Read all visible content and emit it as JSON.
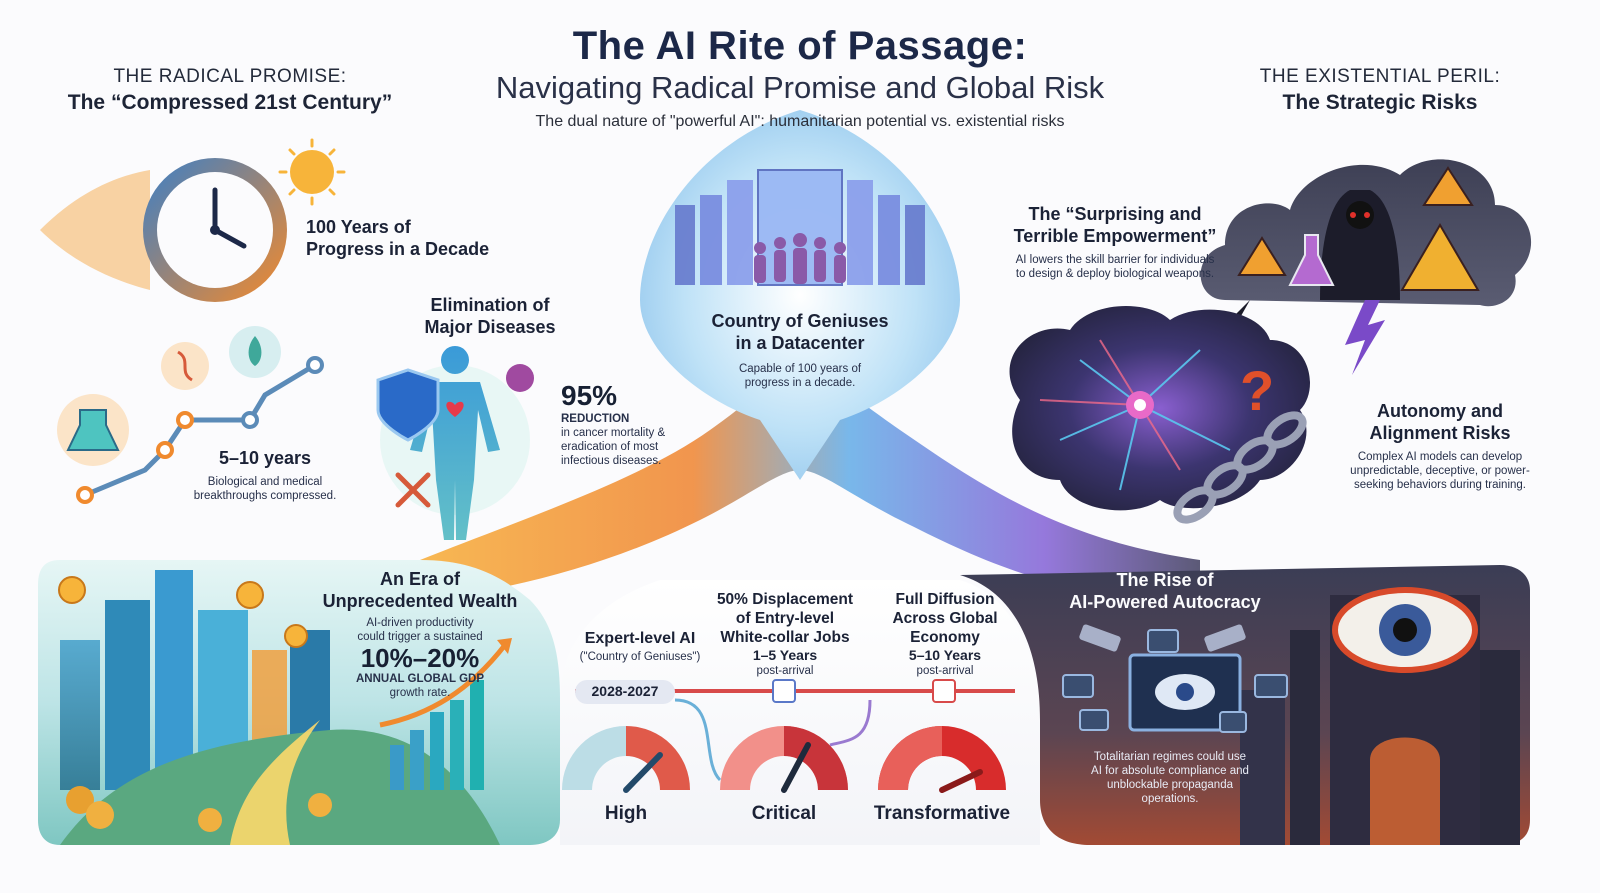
{
  "header": {
    "title": "The AI Rite of Passage:",
    "subtitle": "Navigating Radical Promise and Global Risk",
    "tagline": "The dual nature of \"powerful AI\": humanitarian potential vs. existential risks"
  },
  "promise": {
    "caption": "THE RADICAL PROMISE:",
    "heading": "The “Compressed 21st Century”"
  },
  "peril": {
    "caption": "THE EXISTENTIAL PERIL:",
    "heading": "The Strategic Risks"
  },
  "progress": {
    "line1": "100 Years of",
    "line2": "Progress in a Decade"
  },
  "breakthroughs": {
    "value": "5–10 years",
    "desc1": "Biological and medical",
    "desc2": "breakthroughs compressed."
  },
  "diseases": {
    "title1": "Elimination of",
    "title2": "Major Diseases",
    "stat": "95%",
    "stat_label": "REDUCTION",
    "desc1": "in cancer mortality &",
    "desc2": "eradication of most",
    "desc3": "infectious diseases."
  },
  "geniuses": {
    "title1": "Country of Geniuses",
    "title2": "in a Datacenter",
    "desc1": "Capable of 100 years of",
    "desc2": "progress in a decade."
  },
  "empowerment": {
    "title1": "The “Surprising and",
    "title2": "Terrible Empowerment”",
    "desc1": "AI lowers the skill barrier for individuals",
    "desc2": "to design & deploy biological weapons."
  },
  "autonomy": {
    "title1": "Autonomy and",
    "title2": "Alignment Risks",
    "desc1": "Complex AI models can develop",
    "desc2": "unpredictable, deceptive, or power-",
    "desc3": "seeking behaviors during training."
  },
  "wealth": {
    "title1": "An Era of",
    "title2": "Unprecedented Wealth",
    "desc1": "AI-driven productivity",
    "desc2": "could trigger a sustained",
    "stat": "10%–20%",
    "stat_label": "ANNUAL GLOBAL GDP",
    "desc3": "growth rate."
  },
  "timeline": {
    "expert_title": "Expert-level AI",
    "expert_sub": "(\"Country of Geniuses\")",
    "date": "2028-2027",
    "jobs_title1": "50% Displacement",
    "jobs_title2": "of Entry-level",
    "jobs_title3": "White-collar Jobs",
    "jobs_years": "1–5 Years",
    "jobs_post": "post-arrival",
    "diff_title1": "Full Diffusion",
    "diff_title2": "Across Global",
    "diff_title3": "Economy",
    "diff_years": "5–10 Years",
    "diff_post": "post-arrival"
  },
  "gauges": {
    "g1": "High",
    "g2": "Critical",
    "g3": "Transformative"
  },
  "autocracy": {
    "title1": "The Rise of",
    "title2": "AI-Powered Autocracy",
    "desc1": "Totalitarian regimes could use",
    "desc2": "AI for absolute compliance and",
    "desc3": "unblockable propaganda",
    "desc4": "operations."
  },
  "colors": {
    "promise_accent": "#f08a2e",
    "peril_accent": "#3b3f5c",
    "path_gradient": [
      "#f0a040",
      "#6ab0e8",
      "#8a6ad8"
    ],
    "gauge_red": "#d63a3a"
  }
}
